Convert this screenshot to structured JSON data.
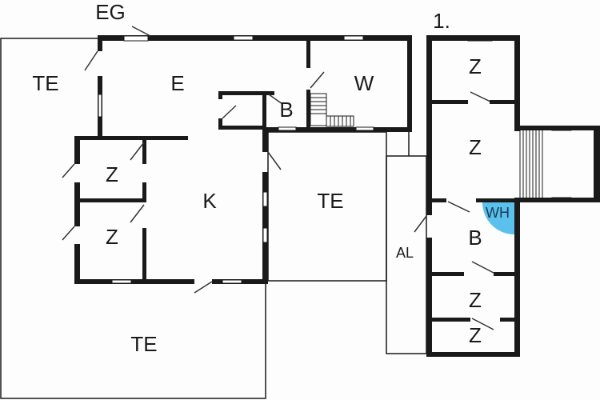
{
  "floor_labels": {
    "ground": "EG",
    "first": "1."
  },
  "rooms": {
    "te_left": "TE",
    "e": "E",
    "w": "W",
    "b_ground": "B",
    "z1": "Z",
    "z2": "Z",
    "k": "K",
    "te_middle": "TE",
    "te_bottom": "TE",
    "al": "AL",
    "z_up1": "Z",
    "z_up2": "Z",
    "wh": "WH",
    "b_up": "B",
    "z_up3": "Z",
    "z_up4": "Z"
  },
  "colors": {
    "wall": "#1a1a1a",
    "water_heater": "#5bc0eb"
  }
}
